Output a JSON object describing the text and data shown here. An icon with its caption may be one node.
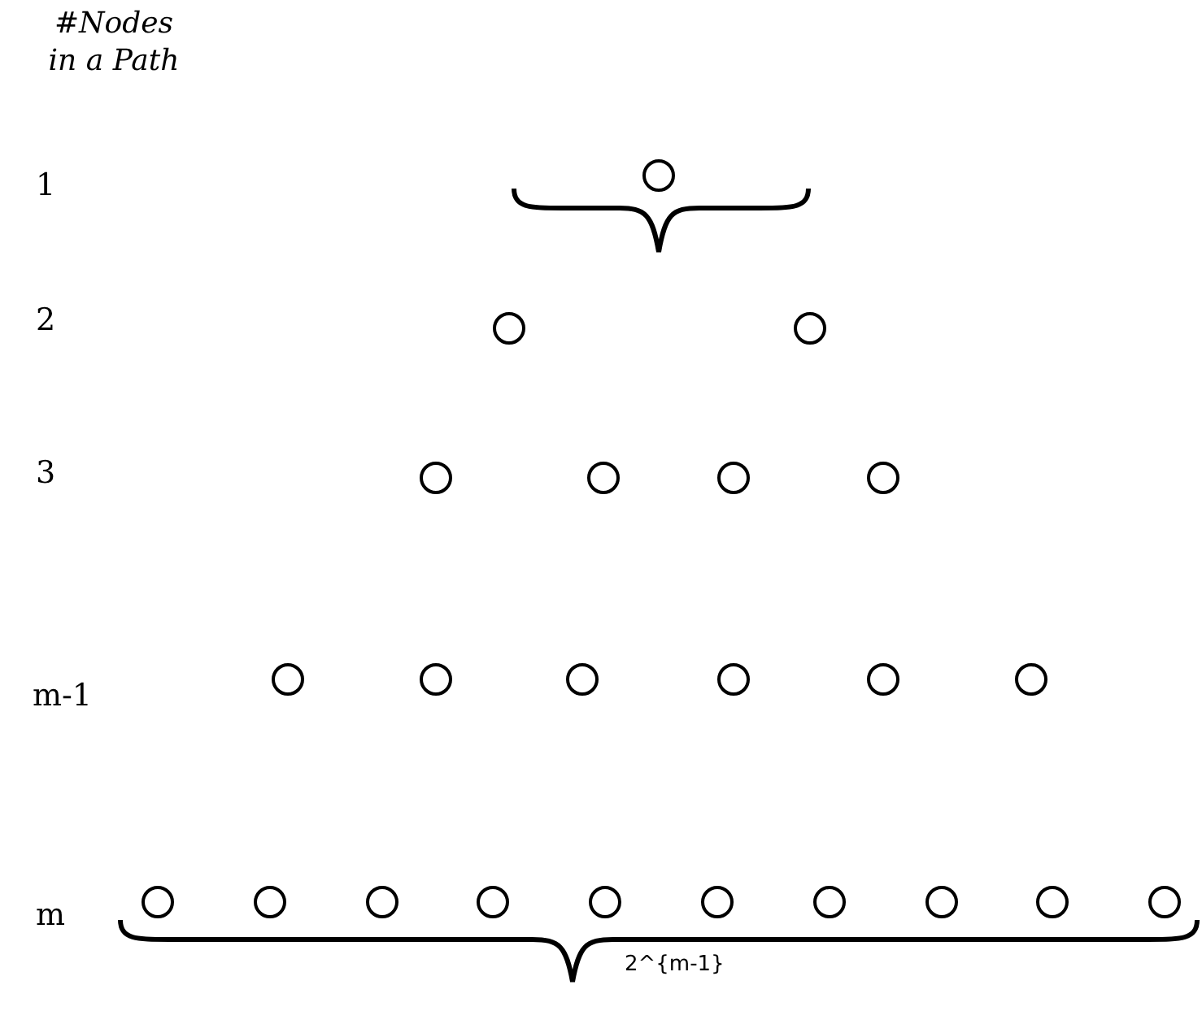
{
  "diagram": {
    "nodes": [
      {
        "text": [],
        "shape": "circle"
      },
      {
        "text": [],
        "shape": "circle"
      },
      {
        "text": [],
        "shape": "circle"
      },
      {
        "text": [],
        "shape": "circle"
      },
      {
        "text": [],
        "shape": "circle"
      },
      {
        "text": [],
        "shape": "circle"
      },
      {
        "text": [],
        "shape": "circle"
      },
      {
        "text": [],
        "shape": "circle"
      },
      {
        "text": [],
        "shape": "circle"
      },
      {
        "text": [],
        "shape": "circle"
      },
      {
        "text": [],
        "shape": "circle"
      },
      {
        "text": [],
        "shape": "circle"
      },
      {
        "text": [],
        "shape": "circle"
      },
      {
        "text": [],
        "shape": "circle"
      },
      {
        "text": [],
        "shape": "circle"
      },
      {
        "text": [],
        "shape": "circle"
      },
      {
        "text": [],
        "shape": "circle"
      },
      {
        "text": [],
        "shape": "circle"
      },
      {
        "text": [],
        "shape": "circle"
      },
      {
        "text": [],
        "shape": "circle"
      },
      {
        "text": [],
        "shape": "circle"
      },
      {
        "text": [],
        "shape": "circle"
      },
      {
        "text": [],
        "shape": "circle"
      }
    ],
    "labels": [
      "#Nodes in a Path",
      "1",
      "2",
      "3",
      "m-1",
      "m",
      "2^{m-1}"
    ]
  }
}
